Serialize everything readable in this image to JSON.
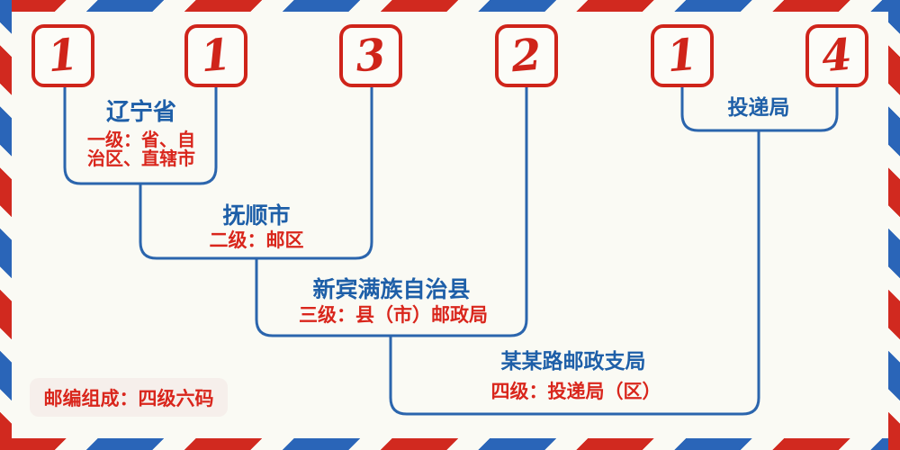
{
  "postal_code": {
    "value": "113214",
    "digits": [
      "1",
      "1",
      "3",
      "2",
      "1",
      "4"
    ]
  },
  "levels": [
    {
      "name": "辽宁省",
      "desc": "一级：省、自治区、直辖市"
    },
    {
      "name": "抚顺市",
      "desc": "二级：邮区"
    },
    {
      "name": "新宾满族自治县",
      "desc": "三级：县（市）邮政局"
    },
    {
      "name": "某某路邮政支局",
      "desc": "四级：投递局（区）"
    }
  ],
  "delivery_office": {
    "label": "投递局"
  },
  "footer": {
    "note": "邮编组成：四级六码"
  },
  "colors": {
    "digit_red": "#cf241a",
    "desc_red": "#d9261c",
    "line_blue": "#2b65ad",
    "name_blue": "#1e5fa8",
    "stripe_red": "#d1291f",
    "stripe_blue": "#2a65b8",
    "background": "#fafaf4",
    "pill_background": "#f6efeb"
  }
}
